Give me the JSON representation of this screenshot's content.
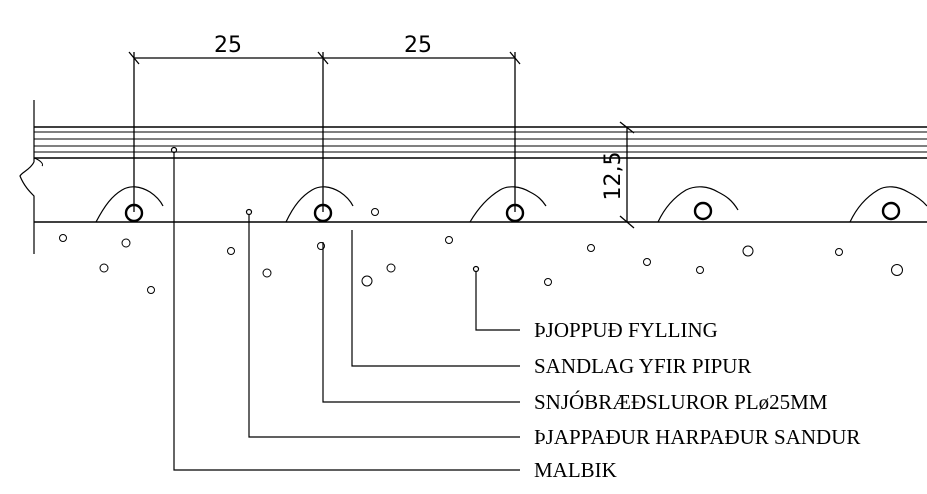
{
  "dimensions": {
    "spacing_left": "25",
    "spacing_right": "25",
    "depth": "12,5"
  },
  "labels": [
    "ÞJOPPUÐ FYLLING",
    "SANDLAG YFIR PIPUR",
    "SNJÓBRÆÐSLUROR PLø25MM",
    "ÞJAPPAÐUR HARPAÐUR SANDUR",
    "MALBIK"
  ]
}
